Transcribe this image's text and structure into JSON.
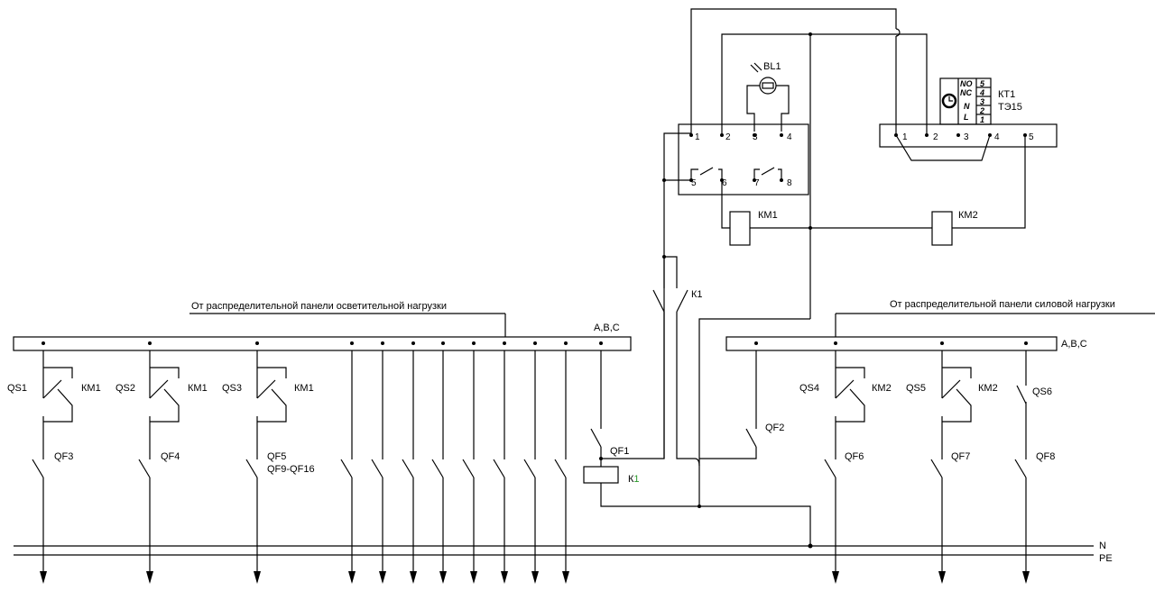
{
  "labels": {
    "lighting_panel": "От распределительной панели осветительной нагрузки",
    "power_panel": "От распределительной панели силовой нагрузки",
    "abc_left": "A,B,C",
    "abc_right": "A,B,C",
    "n": "N",
    "pe": "PE",
    "bl1": "BL1",
    "kt1": "КТ1",
    "te15": "ТЭ15",
    "km1_coil": "КМ1",
    "km2_coil": "КМ2",
    "k1_contact": "К1",
    "k1_coil": "К",
    "k1_coil_index": "1",
    "qs1": "QS1",
    "qs2": "QS2",
    "qs3": "QS3",
    "qs4": "QS4",
    "qs5": "QS5",
    "qs6": "QS6",
    "km1_a": "КМ1",
    "km1_b": "КМ1",
    "km1_c": "КМ1",
    "km2_a": "КМ2",
    "km2_b": "КМ2",
    "qf1": "QF1",
    "qf2": "QF2",
    "qf3": "QF3",
    "qf4": "QF4",
    "qf5": "QF5",
    "qf6": "QF6",
    "qf7": "QF7",
    "qf8": "QF8",
    "qf9_16": "QF9-QF16"
  },
  "relay_terminals": [
    "1",
    "2",
    "3",
    "4",
    "5",
    "6",
    "7",
    "8"
  ],
  "timer_terminals": [
    "1",
    "2",
    "3",
    "4",
    "5"
  ],
  "timer_marks": [
    "NO",
    "NC",
    "N",
    "L",
    "5",
    "4",
    "3",
    "2",
    "1"
  ]
}
